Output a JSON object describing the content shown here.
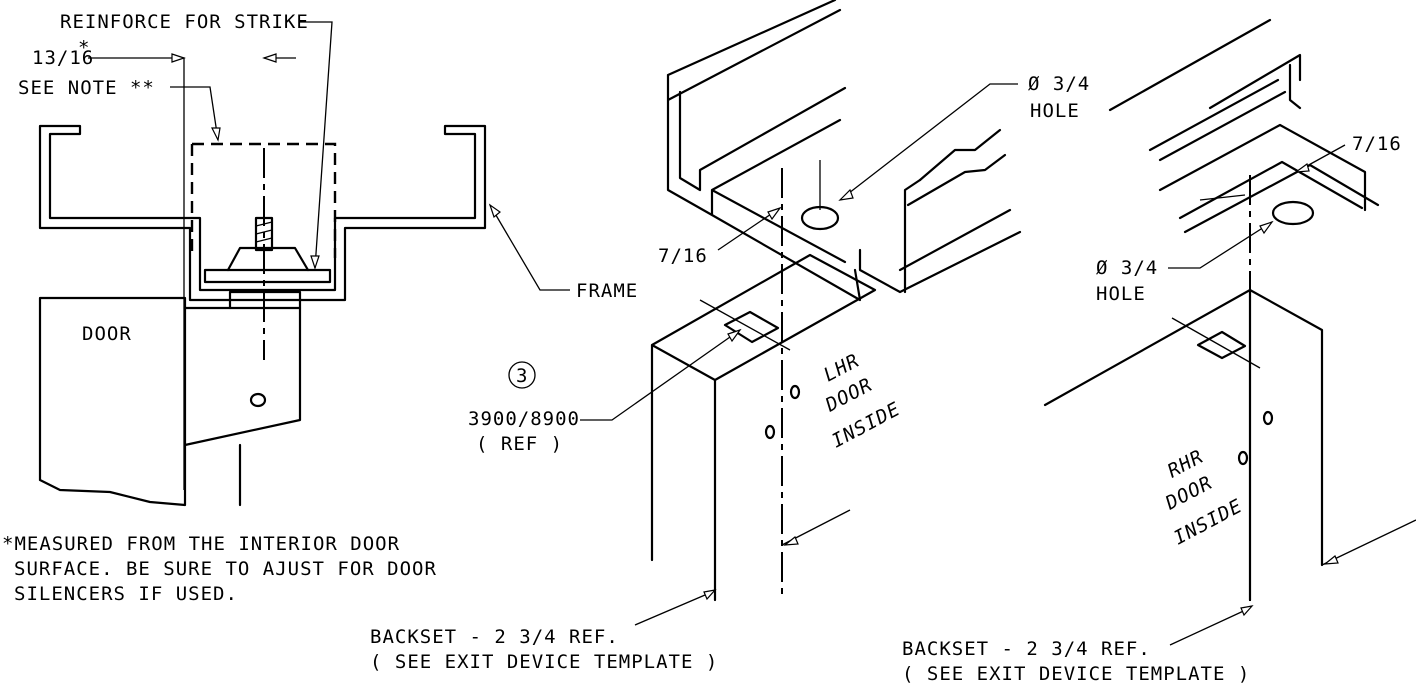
{
  "labels": {
    "reinforce": "REINFORCE FOR STRIKE",
    "dim_13_16": "13/16",
    "asterisk": "*",
    "see_note": "SEE NOTE **",
    "frame": "FRAME",
    "door": "DOOR",
    "note_line1": "*MEASURED FROM THE INTERIOR DOOR",
    "note_line2": "SURFACE. BE SURE TO AJUST FOR DOOR",
    "note_line3": "SILENCERS IF USED.",
    "hole_dia_left_1": "Ø 3/4",
    "hole_dia_left_2": "HOLE",
    "dim_7_16_left": "7/16",
    "dim_7_16_right": "7/16",
    "hole_dia_right_1": "Ø 3/4",
    "hole_dia_right_2": "HOLE",
    "circle_num": "3",
    "ref_model": "3900/8900",
    "ref_tag": "( REF )",
    "lhr_1": "LHR",
    "lhr_2": "DOOR",
    "lhr_3": "INSIDE",
    "rhr_1": "RHR",
    "rhr_2": "DOOR",
    "rhr_3": "INSIDE",
    "backset_left_1": "BACKSET  - 2 3/4 REF.",
    "backset_left_2": "( SEE EXIT DEVICE TEMPLATE )",
    "backset_right_1": "BACKSET  - 2 3/4 REF.",
    "backset_right_2": "( SEE EXIT DEVICE TEMPLATE )"
  }
}
